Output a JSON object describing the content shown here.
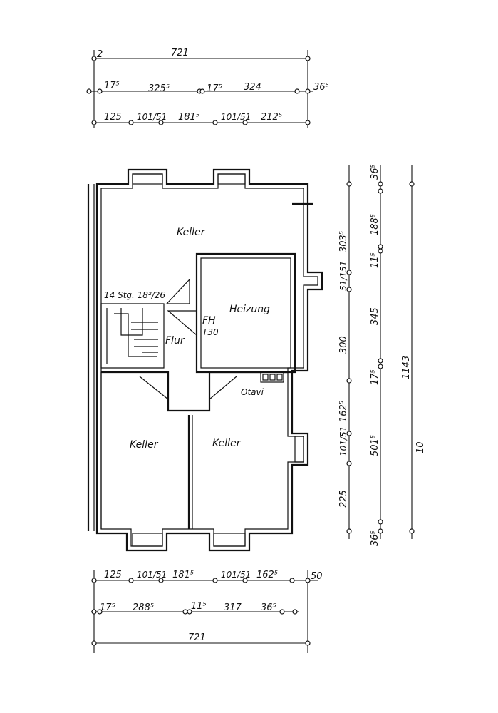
{
  "rooms": {
    "keller_top": "Keller",
    "heizung": "Heizung",
    "fh_line1": "FH",
    "fh_line2": "T30",
    "flur": "Flur",
    "stairs": "14 Stg. 18²/26",
    "otavi": "Otavi",
    "keller_left": "Keller",
    "keller_right": "Keller"
  },
  "top_dims": {
    "row1": [
      "2",
      "721"
    ],
    "row2": [
      "17⁵",
      "325⁵",
      "17⁵",
      "324",
      "36⁵"
    ],
    "row3": [
      "125",
      "101/51",
      "181⁵",
      "101/51",
      "212⁵"
    ]
  },
  "bottom_dims": {
    "row1": [
      "125",
      "101/51",
      "181⁵",
      "101/51",
      "162⁵",
      "50"
    ],
    "row2": [
      "17⁵",
      "288⁵",
      "11⁵",
      "317",
      "36⁵"
    ],
    "row3": [
      "721"
    ]
  },
  "right_dims": {
    "col1": [
      "303⁵",
      "51/151",
      "300",
      "162⁵",
      "101/51",
      "225"
    ],
    "col2": [
      "36⁵",
      "188⁵",
      "11⁵",
      "345",
      "17⁵",
      "501⁵",
      "36⁵"
    ],
    "col3": [
      "1143",
      "10"
    ]
  }
}
